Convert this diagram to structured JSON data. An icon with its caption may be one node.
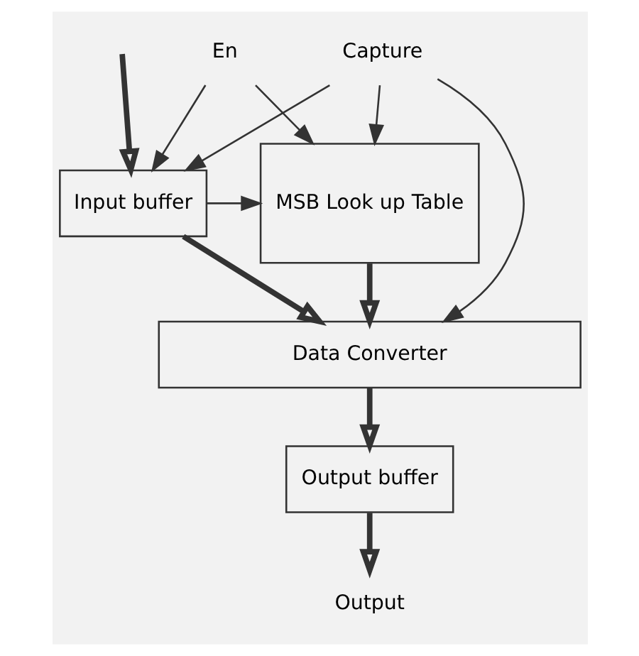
{
  "diagram": {
    "nodes": [
      {
        "text": [
          "Input buffer"
        ]
      },
      {
        "text": [
          "MSB Look up Table"
        ]
      },
      {
        "text": [
          "Data Converter"
        ]
      },
      {
        "text": [
          "Output buffer"
        ]
      },
      {
        "text": [
          "En"
        ]
      },
      {
        "text": [
          "Capture"
        ]
      },
      {
        "text": [
          "Output"
        ]
      }
    ],
    "edges": [
      {
        "from": null,
        "to": 0,
        "arrow": "to",
        "style": "thick"
      },
      {
        "from": 4,
        "to": 0,
        "arrow": "to"
      },
      {
        "from": 4,
        "to": 1,
        "arrow": "to"
      },
      {
        "from": 5,
        "to": 0,
        "arrow": "to"
      },
      {
        "from": 5,
        "to": 1,
        "arrow": "to"
      },
      {
        "from": 5,
        "to": 2,
        "arrow": "to"
      },
      {
        "from": 0,
        "to": 1,
        "arrow": "to"
      },
      {
        "from": 0,
        "to": 2,
        "arrow": "to",
        "style": "thick"
      },
      {
        "from": 1,
        "to": 2,
        "arrow": "to",
        "style": "thick"
      },
      {
        "from": 2,
        "to": 3,
        "arrow": "to",
        "style": "thick"
      },
      {
        "from": 3,
        "to": 6,
        "arrow": "to",
        "style": "thick"
      }
    ]
  }
}
